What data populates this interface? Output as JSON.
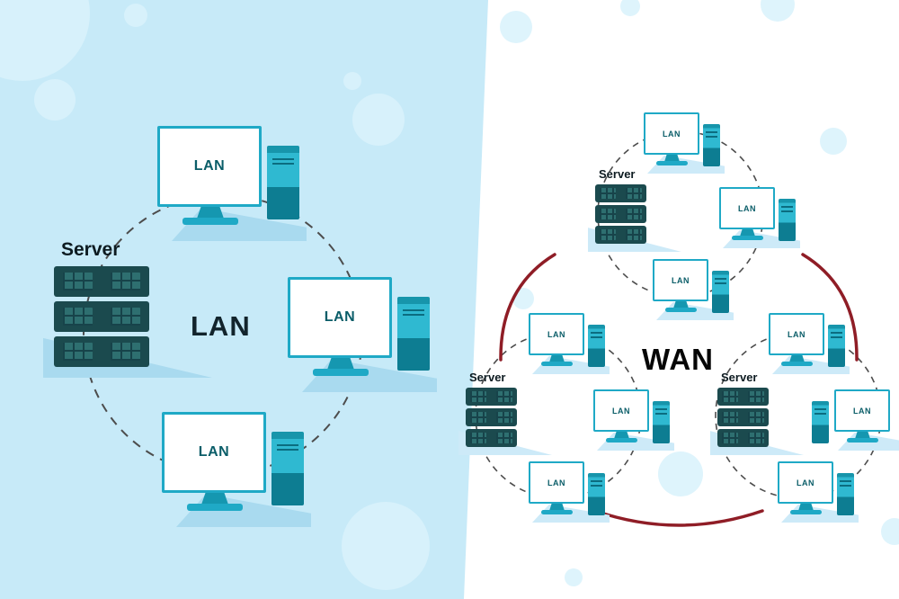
{
  "left_panel": {
    "title": "LAN",
    "server": {
      "label": "Server"
    },
    "computers": [
      {
        "label": "LAN"
      },
      {
        "label": "LAN"
      },
      {
        "label": "LAN"
      }
    ]
  },
  "right_panel": {
    "title": "WAN",
    "clusters": [
      {
        "server": {
          "label": "Server"
        },
        "computers": [
          {
            "label": "LAN"
          },
          {
            "label": "LAN"
          },
          {
            "label": "LAN"
          }
        ]
      },
      {
        "server": {
          "label": "Server"
        },
        "computers": [
          {
            "label": "LAN"
          },
          {
            "label": "LAN"
          },
          {
            "label": "LAN"
          }
        ]
      },
      {
        "server": {
          "label": "Server"
        },
        "computers": [
          {
            "label": "LAN"
          },
          {
            "label": "LAN"
          },
          {
            "label": "LAN"
          }
        ]
      }
    ]
  },
  "colors": {
    "left_background": "#c7eaf8",
    "right_background": "#ffffff",
    "monitor_teal": "#1fa9c6",
    "tower_dark_teal": "#0d7d92",
    "server_dark": "#1b4a4e",
    "dashed_line": "#4d4d4d",
    "wan_link_red": "#8f1d26",
    "shadow_blue": "#a9daef",
    "label_teal": "#0a5d68"
  }
}
